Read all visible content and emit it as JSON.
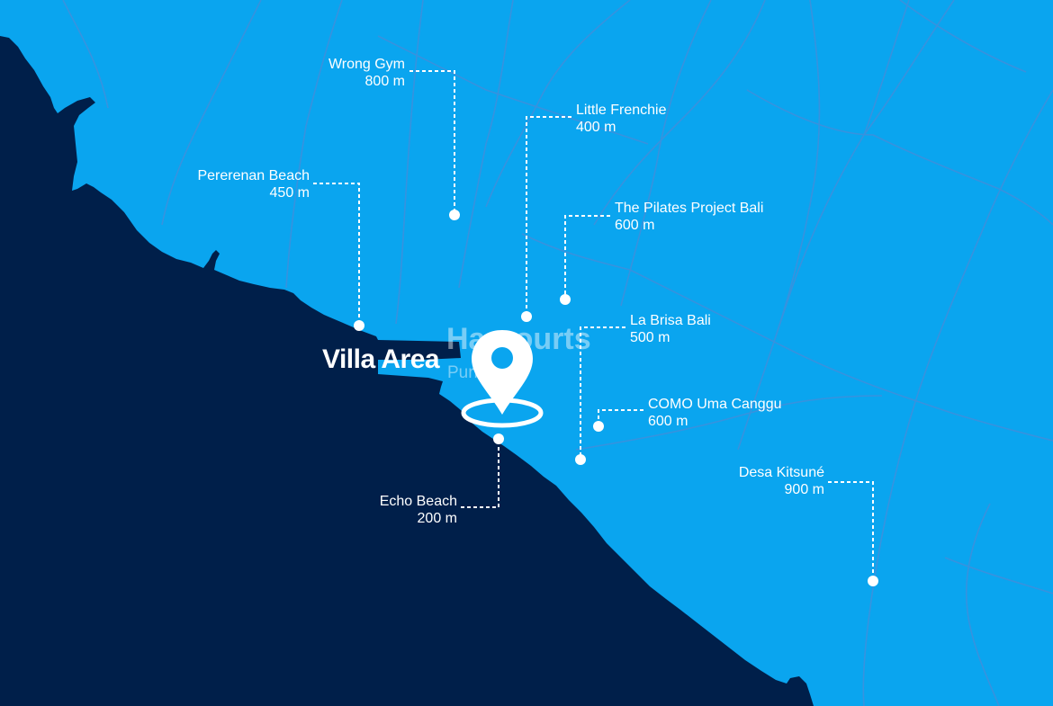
{
  "map": {
    "colors": {
      "sea": "#0aa5ef",
      "land": "#001f4a",
      "road": "#3f8fdc",
      "marker": "#ffffff"
    },
    "center_label": "Villa Area",
    "center_icon": "location-pin-icon",
    "watermark": {
      "brand": "Harcourts",
      "sub": "Purba Bali"
    },
    "places": [
      {
        "name": "Wrong Gym",
        "distance": "800 m"
      },
      {
        "name": "Little Frenchie",
        "distance": "400 m"
      },
      {
        "name": "Pererenan Beach",
        "distance": "450 m"
      },
      {
        "name": "The Pilates Project Bali",
        "distance": "600 m"
      },
      {
        "name": "La Brisa Bali",
        "distance": "500 m"
      },
      {
        "name": "COMO Uma Canggu",
        "distance": "600 m"
      },
      {
        "name": "Desa Kitsuné",
        "distance": "900 m"
      },
      {
        "name": "Echo Beach",
        "distance": "200 m"
      }
    ]
  }
}
